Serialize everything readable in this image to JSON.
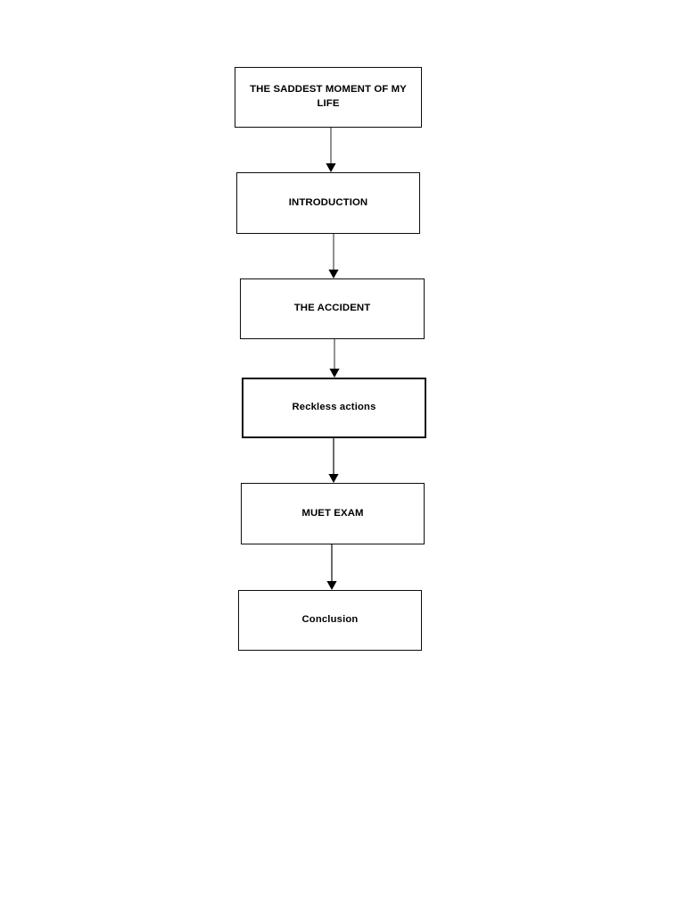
{
  "document": {
    "type": "flowchart",
    "orientation": "vertical",
    "page_background": "#ffffff",
    "box_border_color": "#0d0d0d",
    "connector_color": "#6e6e6e",
    "arrowhead_color": "#000000"
  },
  "flowchart": {
    "title": "THE SADDEST MOMENT OF MY LIFE",
    "nodes": [
      {
        "id": "node-title",
        "label": "THE SADDEST MOMENT OF MY\nLIFE",
        "case": "upper",
        "border": "normal"
      },
      {
        "id": "node-introduction",
        "label": "INTRODUCTION",
        "case": "upper",
        "border": "normal"
      },
      {
        "id": "node-the-accident",
        "label": "THE ACCIDENT",
        "case": "upper",
        "border": "normal"
      },
      {
        "id": "node-reckless-actions",
        "label": "Reckless actions",
        "case": "mixed",
        "border": "heavy"
      },
      {
        "id": "node-muet-exam",
        "label": "MUET EXAM",
        "case": "upper",
        "border": "normal"
      },
      {
        "id": "node-conclusion",
        "label": "Conclusion",
        "case": "mixed",
        "border": "normal"
      }
    ],
    "connectors": [
      {
        "id": "connector-1",
        "from": "node-title",
        "to": "node-introduction"
      },
      {
        "id": "connector-2",
        "from": "node-introduction",
        "to": "node-the-accident"
      },
      {
        "id": "connector-3",
        "from": "node-the-accident",
        "to": "node-reckless-actions"
      },
      {
        "id": "connector-4",
        "from": "node-reckless-actions",
        "to": "node-muet-exam"
      },
      {
        "id": "connector-5",
        "from": "node-muet-exam",
        "to": "node-conclusion"
      }
    ]
  }
}
